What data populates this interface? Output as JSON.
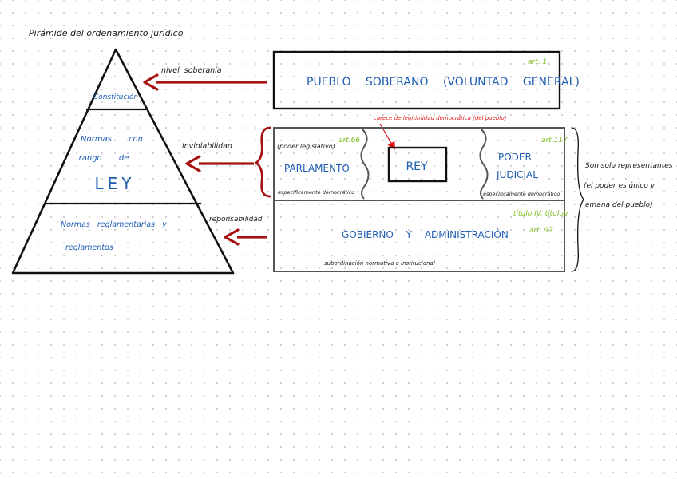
{
  "title": "Pirámide del ordenamiento jurídico",
  "pyramid": {
    "top": "Constitución",
    "middle_line1": "Normas con",
    "middle_line2": "rango de",
    "middle_big": "LEY",
    "bottom_line1": "Normas reglamentarias y",
    "bottom_line2": "reglamentos"
  },
  "arrows": {
    "top": "nivel soberanía",
    "middle": "inviolabilidad",
    "bottom": "reponsabilidad"
  },
  "pueblo_box": {
    "text": "PUEBLO SOBERANO (VOLUNTAD GENERAL)",
    "article": "art. 1"
  },
  "rey_note": "carece de legitimidad democrática (del pueblo)",
  "powers": {
    "parlamento": {
      "pre": "(poder legislativo)",
      "name": "PARLAMENTO",
      "article": "art.66",
      "note": "específicamente democrático"
    },
    "rey": {
      "name": "REY"
    },
    "judicial": {
      "line1": "PODER",
      "line2": "JUDICIAL",
      "article": "art.117",
      "note": "específicamente democrático"
    },
    "gobierno": {
      "name": "GOBIERNO Y ADMINISTRACIÓN",
      "article1": "título IV, títuloV",
      "article2": "art. 97",
      "note": "subordinación normativa e institucional"
    }
  },
  "side_note": {
    "line1": "Son solo representantes",
    "line2": "(el poder es único y",
    "line3": "emana del pueblo)"
  },
  "colors": {
    "arrow": "#a51212",
    "handwriting_blue": "#1f5db3",
    "article_green": "#7fbf1f",
    "note_red": "#e01010"
  }
}
